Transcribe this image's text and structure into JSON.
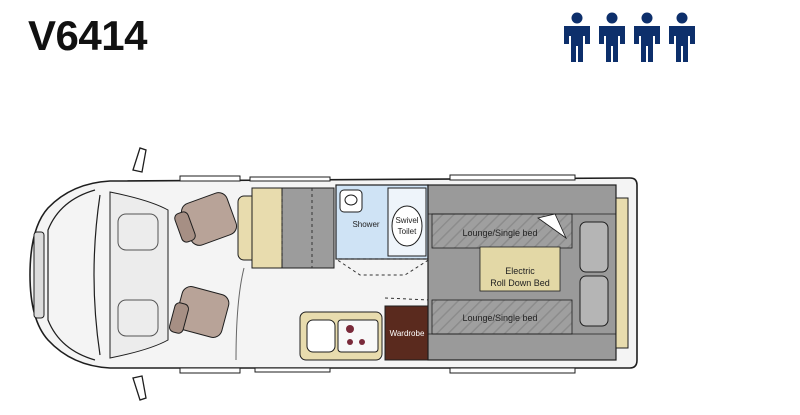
{
  "model": "V6414",
  "berths_icon": {
    "name": "person-icon",
    "count": 4,
    "color": "#0d2f6b"
  },
  "colors": {
    "body": "#f3f3f3",
    "outline": "#1e1e1e",
    "seat": "#b9a49a",
    "bed": "#9e9e9e",
    "shower": "#cfe3f5",
    "wardrobe": "#5a2a1e",
    "table": "#e8dcae",
    "roll_bed": "#e3d8a6"
  },
  "labels": {
    "shower": "Shower",
    "toilet_line1": "Swivel",
    "toilet_line2": "Toilet",
    "lounge_top": "Lounge/Single bed",
    "lounge_bottom": "Lounge/Single bed",
    "roll_bed_line1": "Electric",
    "roll_bed_line2": "Roll Down Bed",
    "wardrobe": "Wardrobe"
  }
}
